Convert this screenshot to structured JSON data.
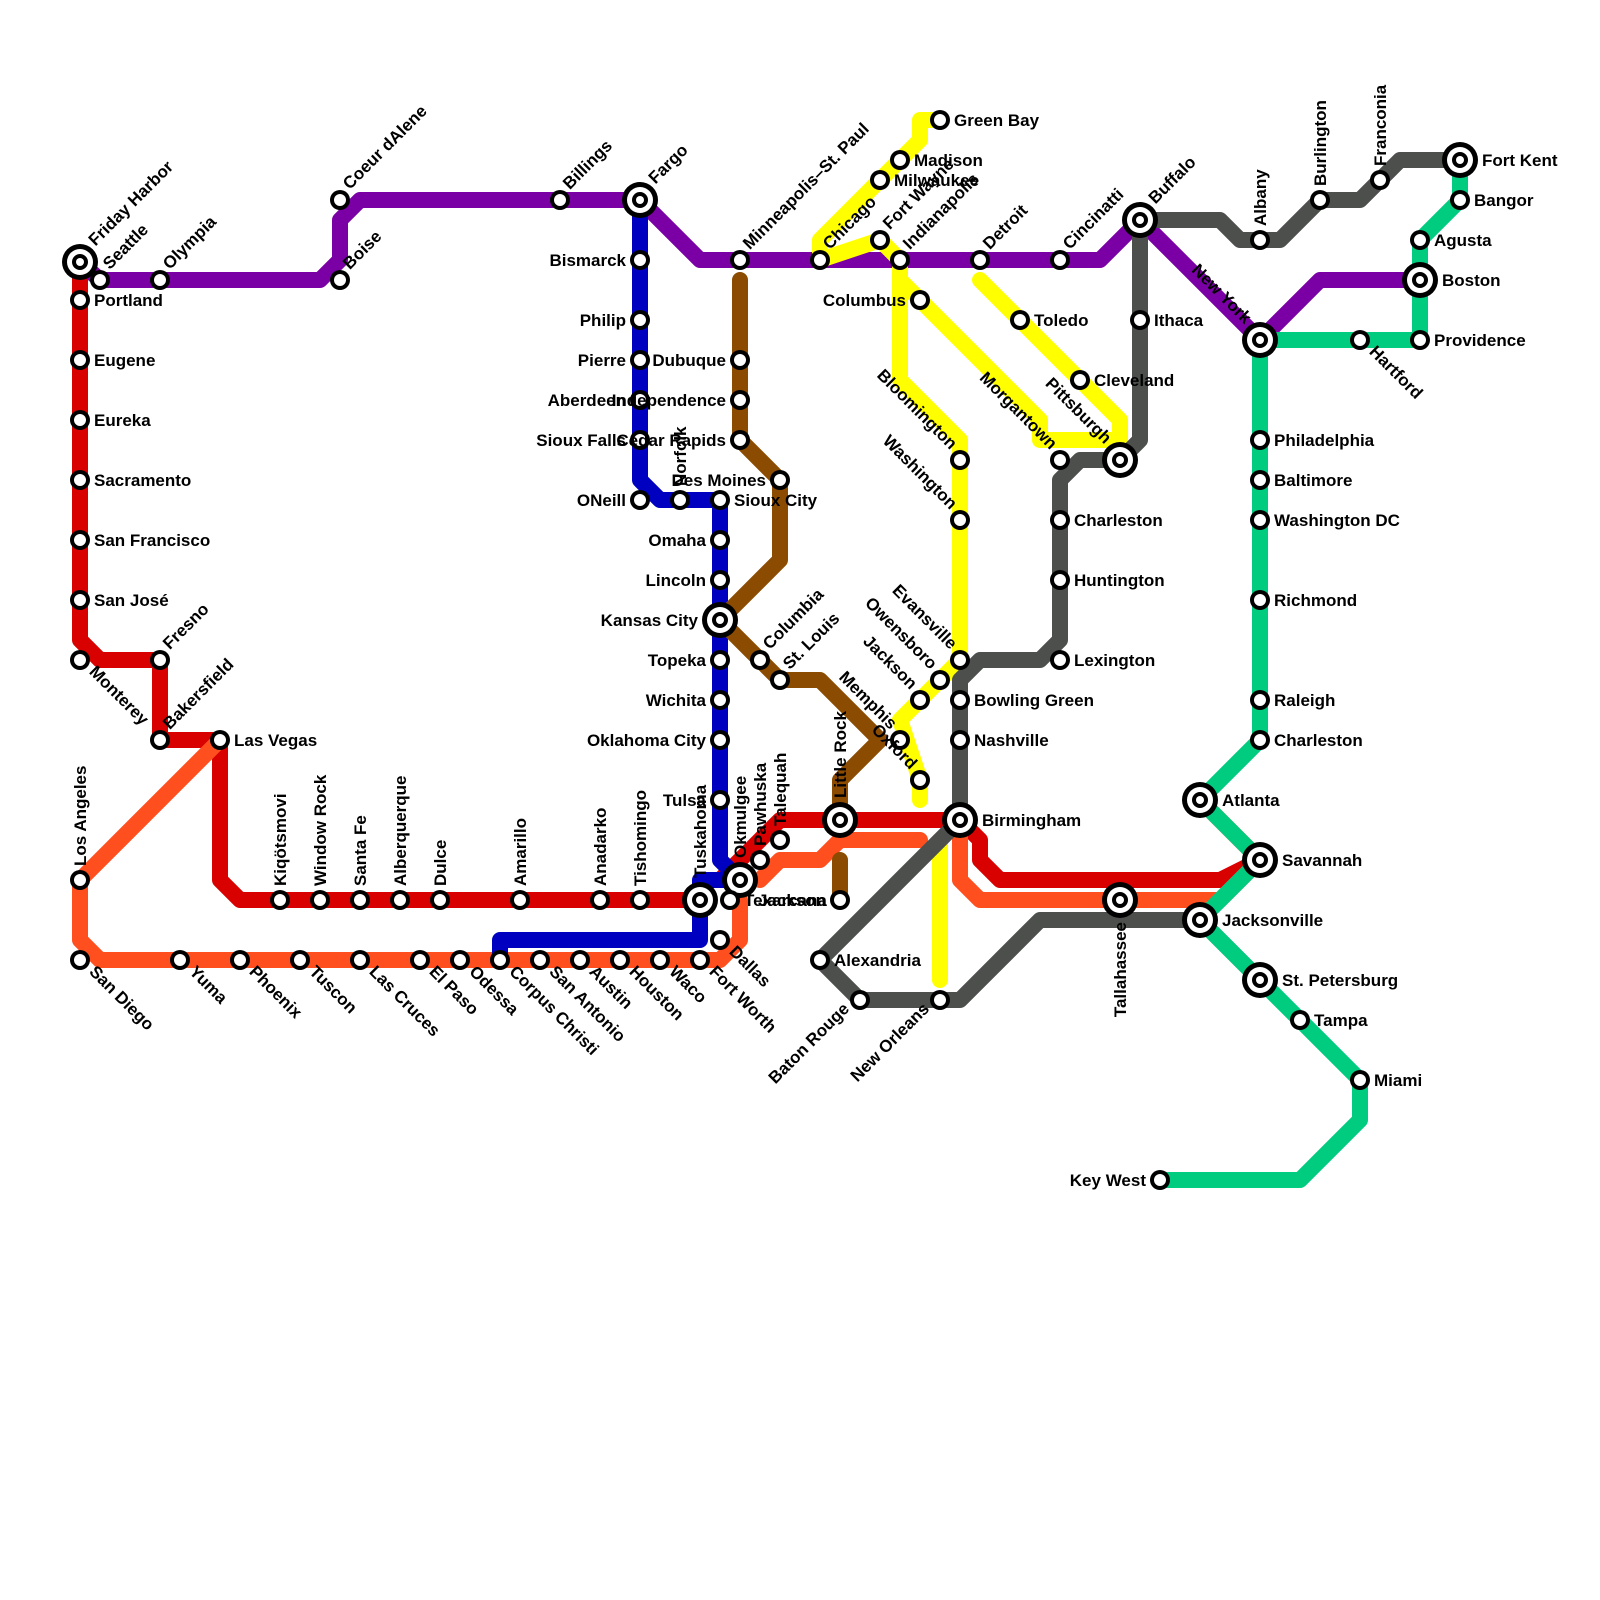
{
  "colors": {
    "red": "#d90000",
    "orange": "#ff4f1f",
    "purple": "#7a00a6",
    "blue": "#0000c0",
    "brown": "#8b4b00",
    "yellow": "#ffff00",
    "gray": "#4d4f4d",
    "green": "#00cc7f"
  },
  "stations": [
    {
      "id": "friday_harbor",
      "name": "Friday Harbor",
      "interchange": true
    },
    {
      "id": "seattle",
      "name": "Seattle"
    },
    {
      "id": "olympia",
      "name": "Olympia"
    },
    {
      "id": "portland",
      "name": "Portland"
    },
    {
      "id": "eugene",
      "name": "Eugene"
    },
    {
      "id": "eureka",
      "name": "Eureka"
    },
    {
      "id": "sacramento",
      "name": "Sacramento"
    },
    {
      "id": "san_francisco",
      "name": "San Francisco"
    },
    {
      "id": "san_jose",
      "name": "San José"
    },
    {
      "id": "monterey",
      "name": "Monterey"
    },
    {
      "id": "fresno",
      "name": "Fresno"
    },
    {
      "id": "bakersfield",
      "name": "Bakersfield"
    },
    {
      "id": "las_vegas",
      "name": "Las Vegas"
    },
    {
      "id": "los_angeles",
      "name": "Los Angeles"
    },
    {
      "id": "san_diego",
      "name": "San Diego"
    },
    {
      "id": "yuma",
      "name": "Yuma"
    },
    {
      "id": "phoenix",
      "name": "Phoenix"
    },
    {
      "id": "tuscon",
      "name": "Tuscon"
    },
    {
      "id": "las_cruces",
      "name": "Las Cruces"
    },
    {
      "id": "el_paso",
      "name": "El Paso"
    },
    {
      "id": "odessa",
      "name": "Odessa"
    },
    {
      "id": "corpus_christi",
      "name": "Corpus Christi"
    },
    {
      "id": "san_antonio",
      "name": "San Antonio"
    },
    {
      "id": "austin",
      "name": "Austin"
    },
    {
      "id": "houston",
      "name": "Houston"
    },
    {
      "id": "waco",
      "name": "Waco"
    },
    {
      "id": "fort_worth",
      "name": "Fort Worth"
    },
    {
      "id": "dallas",
      "name": "Dallas"
    },
    {
      "id": "kiqotsmovi",
      "name": "Kiqötsmovi"
    },
    {
      "id": "window_rock",
      "name": "Window Rock"
    },
    {
      "id": "santa_fe",
      "name": "Santa Fe"
    },
    {
      "id": "alberquerque",
      "name": "Alberquerque"
    },
    {
      "id": "dulce",
      "name": "Dulce"
    },
    {
      "id": "amarillo",
      "name": "Amarillo"
    },
    {
      "id": "anadarko",
      "name": "Anadarko"
    },
    {
      "id": "tishomingo",
      "name": "Tishomingo"
    },
    {
      "id": "tuskahoma",
      "name": "Tuskahoma",
      "interchange": true
    },
    {
      "id": "okmulgee",
      "name": "Okmulgee",
      "interchange": true
    },
    {
      "id": "pawhuska",
      "name": "Pawhuska"
    },
    {
      "id": "talequah",
      "name": "Talequah"
    },
    {
      "id": "texarcana",
      "name": "Texarcana"
    },
    {
      "id": "coeur_dalene",
      "name": "Coeur dAlene"
    },
    {
      "id": "boise",
      "name": "Boise"
    },
    {
      "id": "billings",
      "name": "Billings"
    },
    {
      "id": "fargo",
      "name": "Fargo",
      "interchange": true
    },
    {
      "id": "bismarck",
      "name": "Bismarck"
    },
    {
      "id": "philip",
      "name": "Philip"
    },
    {
      "id": "pierre",
      "name": "Pierre"
    },
    {
      "id": "aberdeen",
      "name": "Aberdeen"
    },
    {
      "id": "sioux_falls",
      "name": "Sioux Falls"
    },
    {
      "id": "oneill",
      "name": "ONeill"
    },
    {
      "id": "norfolk",
      "name": "Norfolk"
    },
    {
      "id": "sioux_city",
      "name": "Sioux City"
    },
    {
      "id": "omaha",
      "name": "Omaha"
    },
    {
      "id": "lincoln",
      "name": "Lincoln"
    },
    {
      "id": "kansas_city",
      "name": "Kansas City",
      "interchange": true
    },
    {
      "id": "topeka",
      "name": "Topeka"
    },
    {
      "id": "wichita",
      "name": "Wichita"
    },
    {
      "id": "oklahoma_city",
      "name": "Oklahoma City"
    },
    {
      "id": "tulsa",
      "name": "Tulsa"
    },
    {
      "id": "minneapolis",
      "name": "Minneapolis–St. Paul"
    },
    {
      "id": "dubuque",
      "name": "Dubuque"
    },
    {
      "id": "independence",
      "name": "Independence"
    },
    {
      "id": "cedar_rapids",
      "name": "Cedar Rapids"
    },
    {
      "id": "des_moines",
      "name": "Des Moines"
    },
    {
      "id": "columbia",
      "name": "Columbia"
    },
    {
      "id": "st_louis",
      "name": "St. Louis"
    },
    {
      "id": "little_rock",
      "name": "Little Rock",
      "interchange": true
    },
    {
      "id": "jackson_ms",
      "name": "Jackson"
    },
    {
      "id": "chicago",
      "name": "Chicago"
    },
    {
      "id": "green_bay",
      "name": "Green Bay"
    },
    {
      "id": "madison",
      "name": "Madison"
    },
    {
      "id": "milwaukee",
      "name": "Milwaukee"
    },
    {
      "id": "fort_wayne",
      "name": "Fort Wayne"
    },
    {
      "id": "indianapolis",
      "name": "Indianapolis"
    },
    {
      "id": "columbus",
      "name": "Columbus"
    },
    {
      "id": "detroit",
      "name": "Detroit"
    },
    {
      "id": "toledo",
      "name": "Toledo"
    },
    {
      "id": "cleveland",
      "name": "Cleveland"
    },
    {
      "id": "cincinatti",
      "name": "Cincinatti"
    },
    {
      "id": "buffalo",
      "name": "Buffalo",
      "interchange": true
    },
    {
      "id": "ithaca",
      "name": "Ithaca"
    },
    {
      "id": "pittsburgh",
      "name": "Pittsburgh",
      "interchange": true
    },
    {
      "id": "morgantown",
      "name": "Morgantown"
    },
    {
      "id": "charleston_wv",
      "name": "Charleston"
    },
    {
      "id": "huntington",
      "name": "Huntington"
    },
    {
      "id": "lexington",
      "name": "Lexington"
    },
    {
      "id": "bloomington",
      "name": "Bloomington"
    },
    {
      "id": "washington_in",
      "name": "Washington"
    },
    {
      "id": "evansville",
      "name": "Evansville"
    },
    {
      "id": "owensboro",
      "name": "Owensboro"
    },
    {
      "id": "jackson_tn",
      "name": "Jackson"
    },
    {
      "id": "memphis",
      "name": "Memphis"
    },
    {
      "id": "oxford",
      "name": "Oxford"
    },
    {
      "id": "bowling_green",
      "name": "Bowling Green"
    },
    {
      "id": "nashville",
      "name": "Nashville"
    },
    {
      "id": "birmingham",
      "name": "Birmingham",
      "interchange": true
    },
    {
      "id": "alexandria",
      "name": "Alexandria"
    },
    {
      "id": "baton_rouge",
      "name": "Baton Rouge"
    },
    {
      "id": "new_orleans",
      "name": "New Orleans"
    },
    {
      "id": "tallahassee",
      "name": "Tallahassee",
      "interchange": true
    },
    {
      "id": "albany",
      "name": "Albany"
    },
    {
      "id": "burlington",
      "name": "Burlington"
    },
    {
      "id": "franconia",
      "name": "Franconia"
    },
    {
      "id": "fort_kent",
      "name": "Fort Kent",
      "interchange": true
    },
    {
      "id": "bangor",
      "name": "Bangor"
    },
    {
      "id": "agusta",
      "name": "Agusta"
    },
    {
      "id": "boston",
      "name": "Boston",
      "interchange": true
    },
    {
      "id": "providence",
      "name": "Providence"
    },
    {
      "id": "hartford",
      "name": "Hartford"
    },
    {
      "id": "new_york",
      "name": "New York",
      "interchange": true
    },
    {
      "id": "philadelphia",
      "name": "Philadelphia"
    },
    {
      "id": "baltimore",
      "name": "Baltimore"
    },
    {
      "id": "washington_dc",
      "name": "Washington DC"
    },
    {
      "id": "richmond",
      "name": "Richmond"
    },
    {
      "id": "raleigh",
      "name": "Raleigh"
    },
    {
      "id": "charleston_sc",
      "name": "Charleston"
    },
    {
      "id": "atlanta",
      "name": "Atlanta",
      "interchange": true
    },
    {
      "id": "savannah",
      "name": "Savannah",
      "interchange": true
    },
    {
      "id": "jacksonville",
      "name": "Jacksonville",
      "interchange": true
    },
    {
      "id": "st_petersburg",
      "name": "St. Petersburg",
      "interchange": true
    },
    {
      "id": "tampa",
      "name": "Tampa"
    },
    {
      "id": "miami",
      "name": "Miami"
    },
    {
      "id": "key_west",
      "name": "Key West"
    }
  ]
}
